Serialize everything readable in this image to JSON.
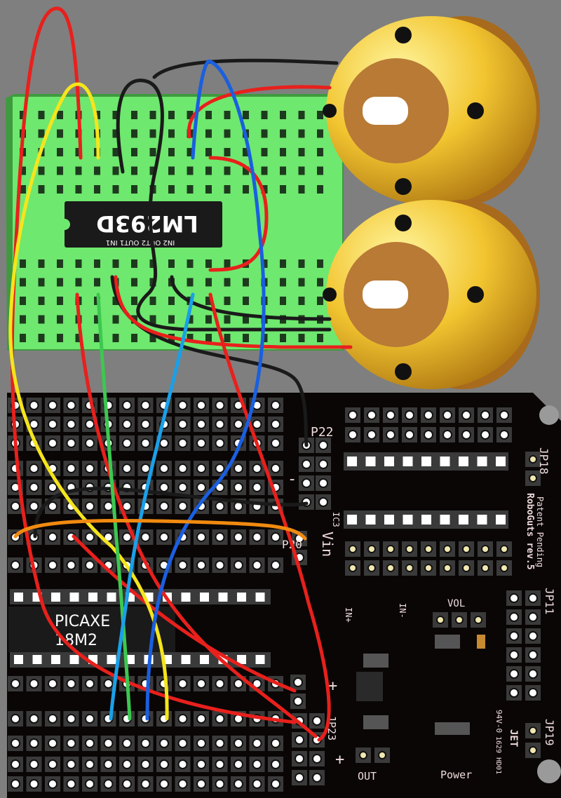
{
  "breadboard": {
    "chip_label": "LM293D",
    "pin_labels": "IN2 OUT2 OUT1 IN1"
  },
  "pcb": {
    "mcu_label_line1": "PICAXE",
    "mcu_label_line2": "18M2",
    "p22": "P22",
    "p20": "P20",
    "vin": "Vin",
    "ic3": "IC3",
    "jp18": "JP18",
    "jp11": "JP11",
    "jp19": "JP19",
    "jp23": "JP23",
    "patent": "Patent Pending",
    "board_name": "RoboGuts rev.5",
    "vol": "VOL",
    "in_plus": "IN+",
    "in_minus": "IN-",
    "out": "OUT",
    "power": "Power",
    "rating": "94V-0",
    "maker": "JET",
    "date_code": "1629 HD01",
    "plus": "+",
    "minus": "-"
  },
  "colors": {
    "background": "#7f7f7f",
    "breadboard": "#6ee86e",
    "pcb": "#0a0606",
    "motor": "#f2c530",
    "motor_hub": "#b87a35",
    "wire_red": "#e8201c",
    "wire_black": "#1a1a1a",
    "wire_blue": "#1a5fe0",
    "wire_lightblue": "#1aa0e8",
    "wire_yellow": "#f5e51c",
    "wire_green": "#3cc850",
    "wire_orange": "#f08a10"
  }
}
